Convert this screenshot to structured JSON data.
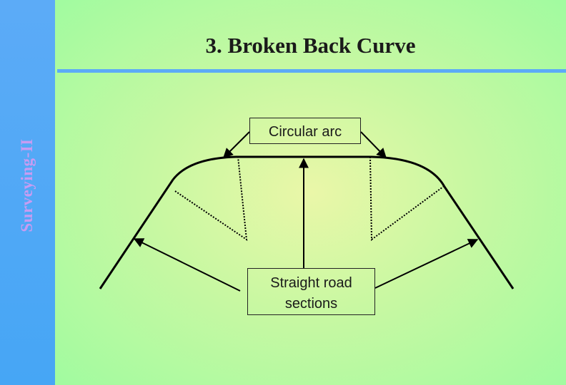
{
  "slide": {
    "title": "3. Broken Back Curve",
    "side_label": "Surveying-II"
  },
  "diagram": {
    "arc_label": "Circular arc",
    "road_label": "Straight road sections"
  }
}
